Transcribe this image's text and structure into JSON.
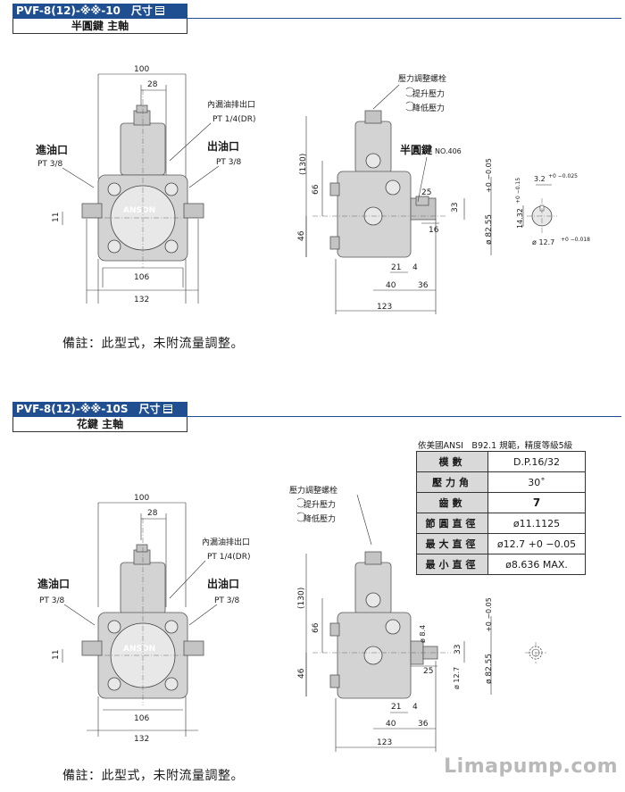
{
  "section1": {
    "title": "PVF-8(12)-※※-10　尺寸",
    "subtitle": "半圓鍵 主軸",
    "labels": {
      "brand": "ANSON",
      "inlet": "進油口",
      "inlet_size": "PT 3/8",
      "outlet": "出油口",
      "outlet_size": "PT 3/8",
      "drain": "內漏油排出口",
      "drain_size": "PT 1/4(DR)",
      "adj_screw": "壓力調整螺栓",
      "raise": "提升壓力",
      "lower": "降低壓力",
      "key": "半圓鍵",
      "key_no": "NO.406"
    },
    "dims": {
      "w100": "100",
      "w28": "28",
      "h11": "11",
      "w106": "106",
      "w132": "132",
      "h130": "(130)",
      "h66": "66",
      "h46": "46",
      "w25": "25",
      "w16": "16",
      "h33": "33",
      "d8255": "ø 82.55",
      "d8255_tol": "+0 −0.05",
      "w21": "21",
      "w4": "4",
      "w40": "40",
      "w36": "36",
      "w123": "123",
      "key_w": "3.2",
      "key_w_tol": "+0 −0.025",
      "key_h": "14.32",
      "key_h_tol": "+0 −0.15",
      "shaft_d": "ø 12.7",
      "shaft_d_tol": "+0 −0.018"
    },
    "note": "備註：此型式，未附流量調整。"
  },
  "section2": {
    "title": "PVF-8(12)-※※-10S　尺寸",
    "subtitle": "花鍵 主軸",
    "labels": {
      "brand": "ANSON",
      "inlet": "進油口",
      "inlet_size": "PT 3/8",
      "outlet": "出油口",
      "outlet_size": "PT 3/8",
      "drain": "內漏油排出口",
      "drain_size": "PT 1/4(DR)",
      "adj_screw": "壓力調整螺栓",
      "raise": "提升壓力",
      "lower": "降低壓力"
    },
    "dims": {
      "w100": "100",
      "w28": "28",
      "h11": "11",
      "w106": "106",
      "w132": "132",
      "h130": "(130)",
      "h66": "66",
      "h46": "46",
      "d84": "ø 8.4",
      "h33": "33",
      "w25": "25",
      "d127": "ø 12.7",
      "d8255": "ø 82.55",
      "d8255_tol": "+0 −0.05",
      "w21": "21",
      "w4": "4",
      "w40": "40",
      "w36": "36",
      "w123": "123"
    },
    "spec_caption": "依美國ANSI　B92.1 規範，精度等級5級",
    "spec": [
      {
        "k": "模數",
        "v": "D.P.16/32"
      },
      {
        "k": "壓力角",
        "v": "30˚"
      },
      {
        "k": "齒數",
        "v": "7"
      },
      {
        "k": "節圓直徑",
        "v": "ø11.1125"
      },
      {
        "k": "最大直徑",
        "v": "ø12.7 +0 −0.05"
      },
      {
        "k": "最小直徑",
        "v": "ø8.636 MAX."
      }
    ],
    "note": "備註：此型式，未附流量調整。"
  },
  "watermark": "Limapump.com"
}
